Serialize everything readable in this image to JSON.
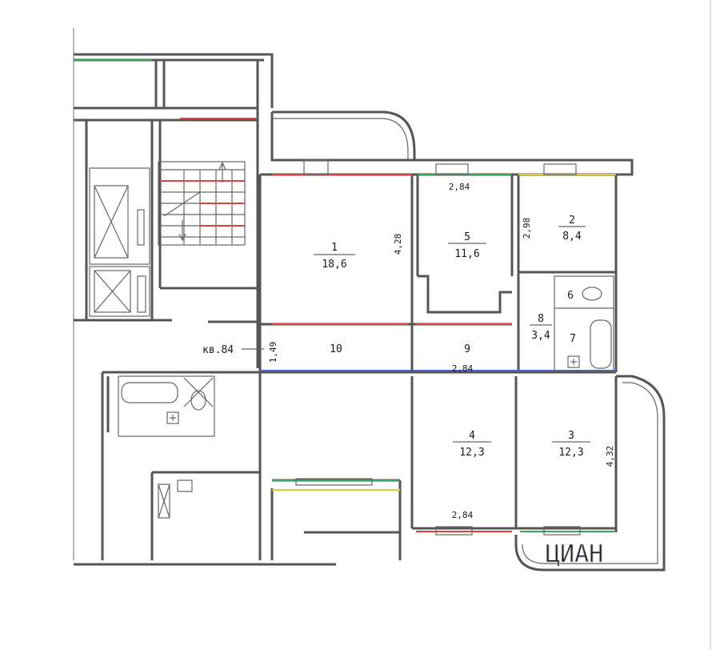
{
  "apartment_label": "кв.84",
  "rooms": [
    {
      "id": "room-1",
      "number": "1",
      "area": "18,6"
    },
    {
      "id": "room-2",
      "number": "2",
      "area": "8,4"
    },
    {
      "id": "room-3",
      "number": "3",
      "area": "12,3"
    },
    {
      "id": "room-4",
      "number": "4",
      "area": "12,3"
    },
    {
      "id": "room-5",
      "number": "5",
      "area": "11,6"
    },
    {
      "id": "room-6",
      "number": "6",
      "area": ""
    },
    {
      "id": "room-7",
      "number": "7",
      "area": ""
    },
    {
      "id": "room-8",
      "number": "8",
      "area": "3,4"
    },
    {
      "id": "room-9",
      "number": "9",
      "area": ""
    },
    {
      "id": "room-10",
      "number": "10",
      "area": ""
    }
  ],
  "dimensions": {
    "room5_top": "2,84",
    "room1_right": "4,28",
    "room2_left": "2,98",
    "corridor_height": "1,49",
    "corridor_9": "2,84",
    "room4_bottom": "2,84",
    "room3_right": "4,32"
  },
  "watermark": "ЦИАН",
  "colors": {
    "wall": "#555555",
    "red": "#e0443a",
    "green": "#3aa655",
    "yellow": "#e3c93a",
    "blue": "#4a62d9"
  }
}
